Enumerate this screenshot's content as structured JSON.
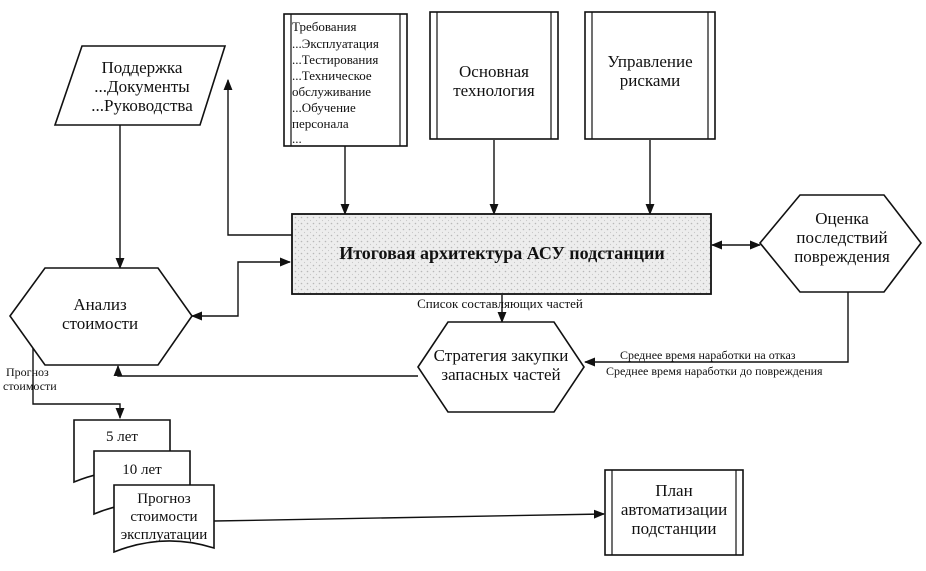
{
  "nodes": {
    "support": {
      "lines": [
        "Поддержка",
        "...Документы",
        "...Руководства"
      ]
    },
    "requirements": {
      "lines": [
        "Требования",
        "...Эксплуатация",
        "...Тестирования",
        "...Техническое",
        "обслуживание",
        "...Обучение",
        "персонала",
        "..."
      ]
    },
    "core_tech": {
      "lines": [
        "Основная",
        "технология"
      ]
    },
    "risk_mgmt": {
      "lines": [
        "Управление",
        "рисками"
      ]
    },
    "final_arch": {
      "lines": [
        "Итоговая архитектура АСУ подстанции"
      ]
    },
    "damage_assess": {
      "lines": [
        "Оценка",
        "последствий",
        "повреждения"
      ]
    },
    "cost_analysis": {
      "lines": [
        "Анализ",
        "стоимости"
      ]
    },
    "spares_strategy": {
      "lines": [
        "Стратегия закупки",
        "запасных частей"
      ]
    },
    "doc_5y": {
      "lines": [
        "5 лет"
      ]
    },
    "doc_10y": {
      "lines": [
        "10 лет"
      ]
    },
    "doc_forecast": {
      "lines": [
        "Прогноз",
        "стоимости",
        "эксплуатации"
      ]
    },
    "automation_plan": {
      "lines": [
        "План",
        "автоматизации",
        "подстанции"
      ]
    }
  },
  "edge_labels": {
    "parts_list": "Список составляющих частей",
    "mtbf": "Среднее время наработки на отказ",
    "mttf": "Среднее время наработки до повреждения",
    "forecast": [
      "Прогноз",
      "стоимости"
    ]
  }
}
